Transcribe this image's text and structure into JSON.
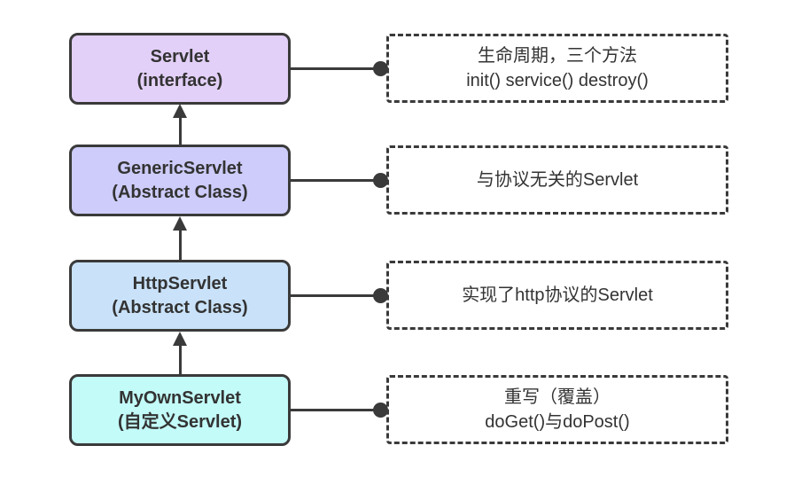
{
  "canvas": {
    "background": "#ffffff",
    "stroke_color": "#3a3a3a",
    "text_color": "#333333"
  },
  "hierarchy": {
    "rows": [
      {
        "node": {
          "line1": "Servlet",
          "line2": "(interface)",
          "fill": "#e3d0f8"
        },
        "note": {
          "line1": "生命周期，三个方法",
          "line2": "init() service() destroy()"
        }
      },
      {
        "node": {
          "line1": "GenericServlet",
          "line2": "(Abstract Class)",
          "fill": "#cdccfa"
        },
        "note": {
          "line1": "与协议无关的Servlet"
        }
      },
      {
        "node": {
          "line1": "HttpServlet",
          "line2": "(Abstract Class)",
          "fill": "#c9e2fa"
        },
        "note": {
          "line1": "实现了http协议的Servlet"
        }
      },
      {
        "node": {
          "line1": "MyOwnServlet",
          "line2": "(自定义Servlet)",
          "fill": "#c3fbf8"
        },
        "note": {
          "line1": "重写（覆盖）",
          "line2": "doGet()与doPost()"
        }
      }
    ]
  }
}
